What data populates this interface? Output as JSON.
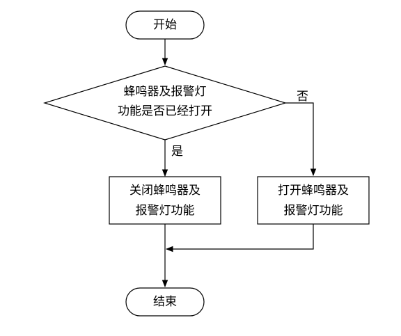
{
  "start": {
    "label": "开始"
  },
  "decision": {
    "line1": "蜂鸣器及报警灯",
    "line2": "功能是否已经打开"
  },
  "branch_yes": {
    "label": "是"
  },
  "branch_no": {
    "label": "否"
  },
  "process_close": {
    "line1": "关闭蜂鸣器及",
    "line2": "报警灯功能"
  },
  "process_open": {
    "line1": "打开蜂鸣器及",
    "line2": "报警灯功能"
  },
  "end": {
    "label": "结束"
  },
  "colors": {
    "stroke": "#000000",
    "background": "#ffffff"
  }
}
